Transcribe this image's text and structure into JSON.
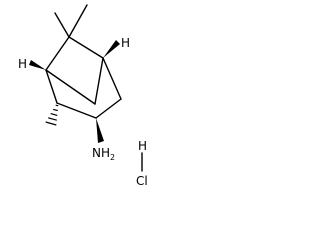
{
  "molecule": {
    "amine_group": {
      "symbol": "N",
      "hydrogens": "H",
      "count": "2"
    },
    "salt": {
      "chlorine": "Cl",
      "hydrogen": "H"
    },
    "stereo_hydrogen": "H",
    "line_color": "#000000",
    "background": "#ffffff"
  }
}
